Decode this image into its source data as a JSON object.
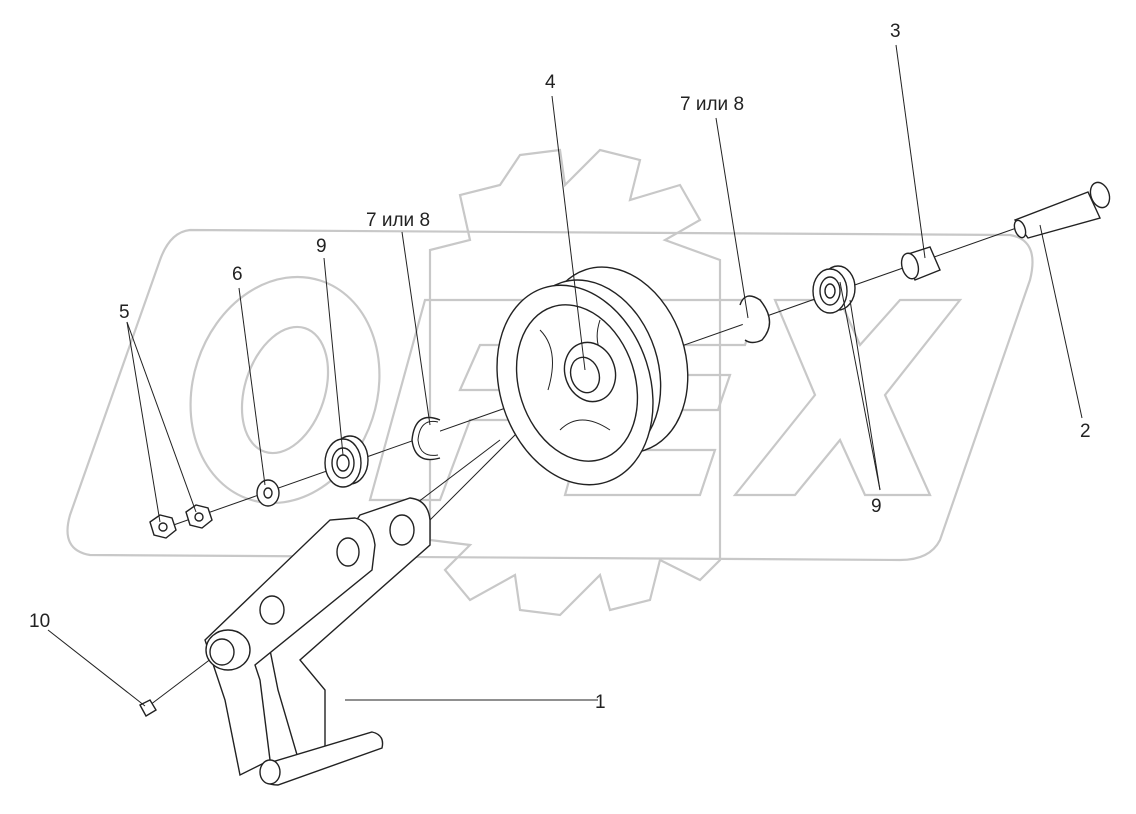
{
  "watermark": {
    "text": "OPEX",
    "color": "#c8c8c8"
  },
  "diagram": {
    "line_color": "#222222",
    "callouts": [
      {
        "id": "label-1",
        "text": "1"
      },
      {
        "id": "label-2",
        "text": "2"
      },
      {
        "id": "label-3",
        "text": "3"
      },
      {
        "id": "label-4",
        "text": "4"
      },
      {
        "id": "label-5",
        "text": "5"
      },
      {
        "id": "label-6",
        "text": "6"
      },
      {
        "id": "label-7-8-left",
        "text": "7 или 8"
      },
      {
        "id": "label-7-8-right",
        "text": "7 или 8"
      },
      {
        "id": "label-9-left",
        "text": "9"
      },
      {
        "id": "label-9-right",
        "text": "9"
      },
      {
        "id": "label-10",
        "text": "10"
      }
    ]
  }
}
